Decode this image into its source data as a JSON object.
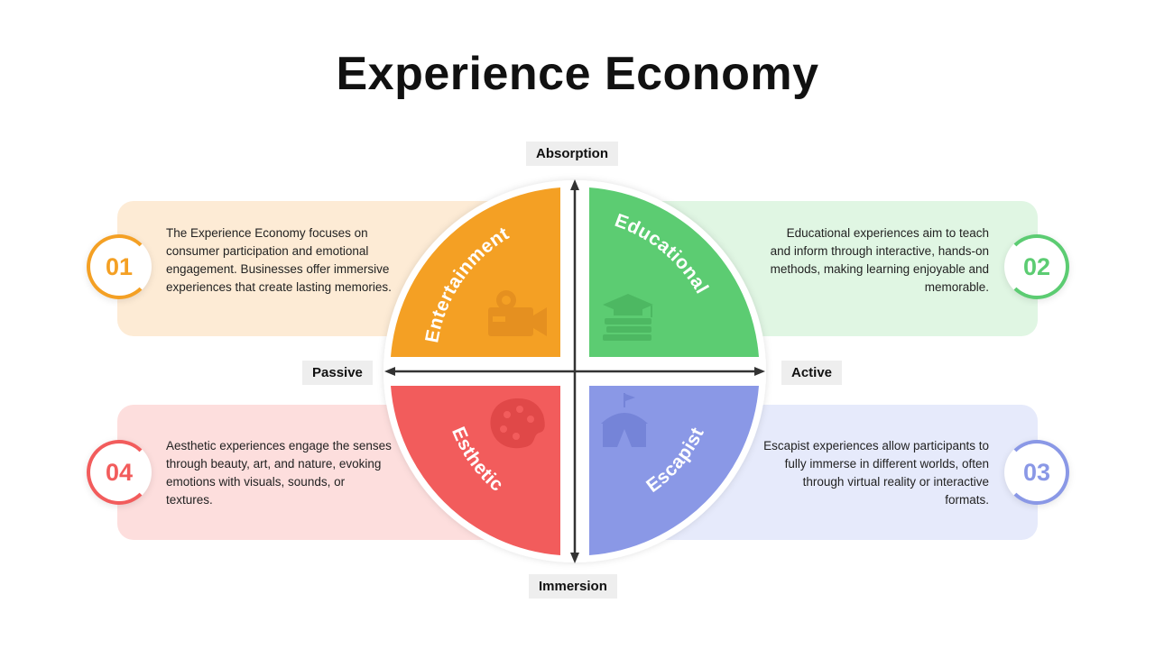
{
  "title": "Experience Economy",
  "axes": {
    "top": "Absorption",
    "bottom": "Immersion",
    "left": "Passive",
    "right": "Active"
  },
  "quadrants": [
    {
      "number": "01",
      "label": "Entertainment",
      "color": "#f4a024",
      "panel_color": "#fdebd5",
      "icon": "movie-camera-icon",
      "description": "The Experience Economy focuses on consumer participation and emotional engagement. Businesses offer immersive experiences that create lasting memories."
    },
    {
      "number": "02",
      "label": "Educational",
      "color": "#5ccc72",
      "panel_color": "#e0f6e3",
      "icon": "graduation-books-icon",
      "description": "Educational experiences aim to teach and inform through interactive, hands-on methods, making learning enjoyable and memorable."
    },
    {
      "number": "03",
      "label": "Escapist",
      "color": "#8a98e6",
      "panel_color": "#e6eafb",
      "icon": "circus-tent-icon",
      "description": "Escapist experiences allow participants to fully immerse in different worlds, often through virtual reality or interactive formats."
    },
    {
      "number": "04",
      "label": "Esthetic",
      "color": "#f25c5c",
      "panel_color": "#fddedd",
      "icon": "paint-palette-icon",
      "description": "Aesthetic experiences engage the senses through beauty, art, and nature, evoking emotions with visuals, sounds, or textures."
    }
  ]
}
